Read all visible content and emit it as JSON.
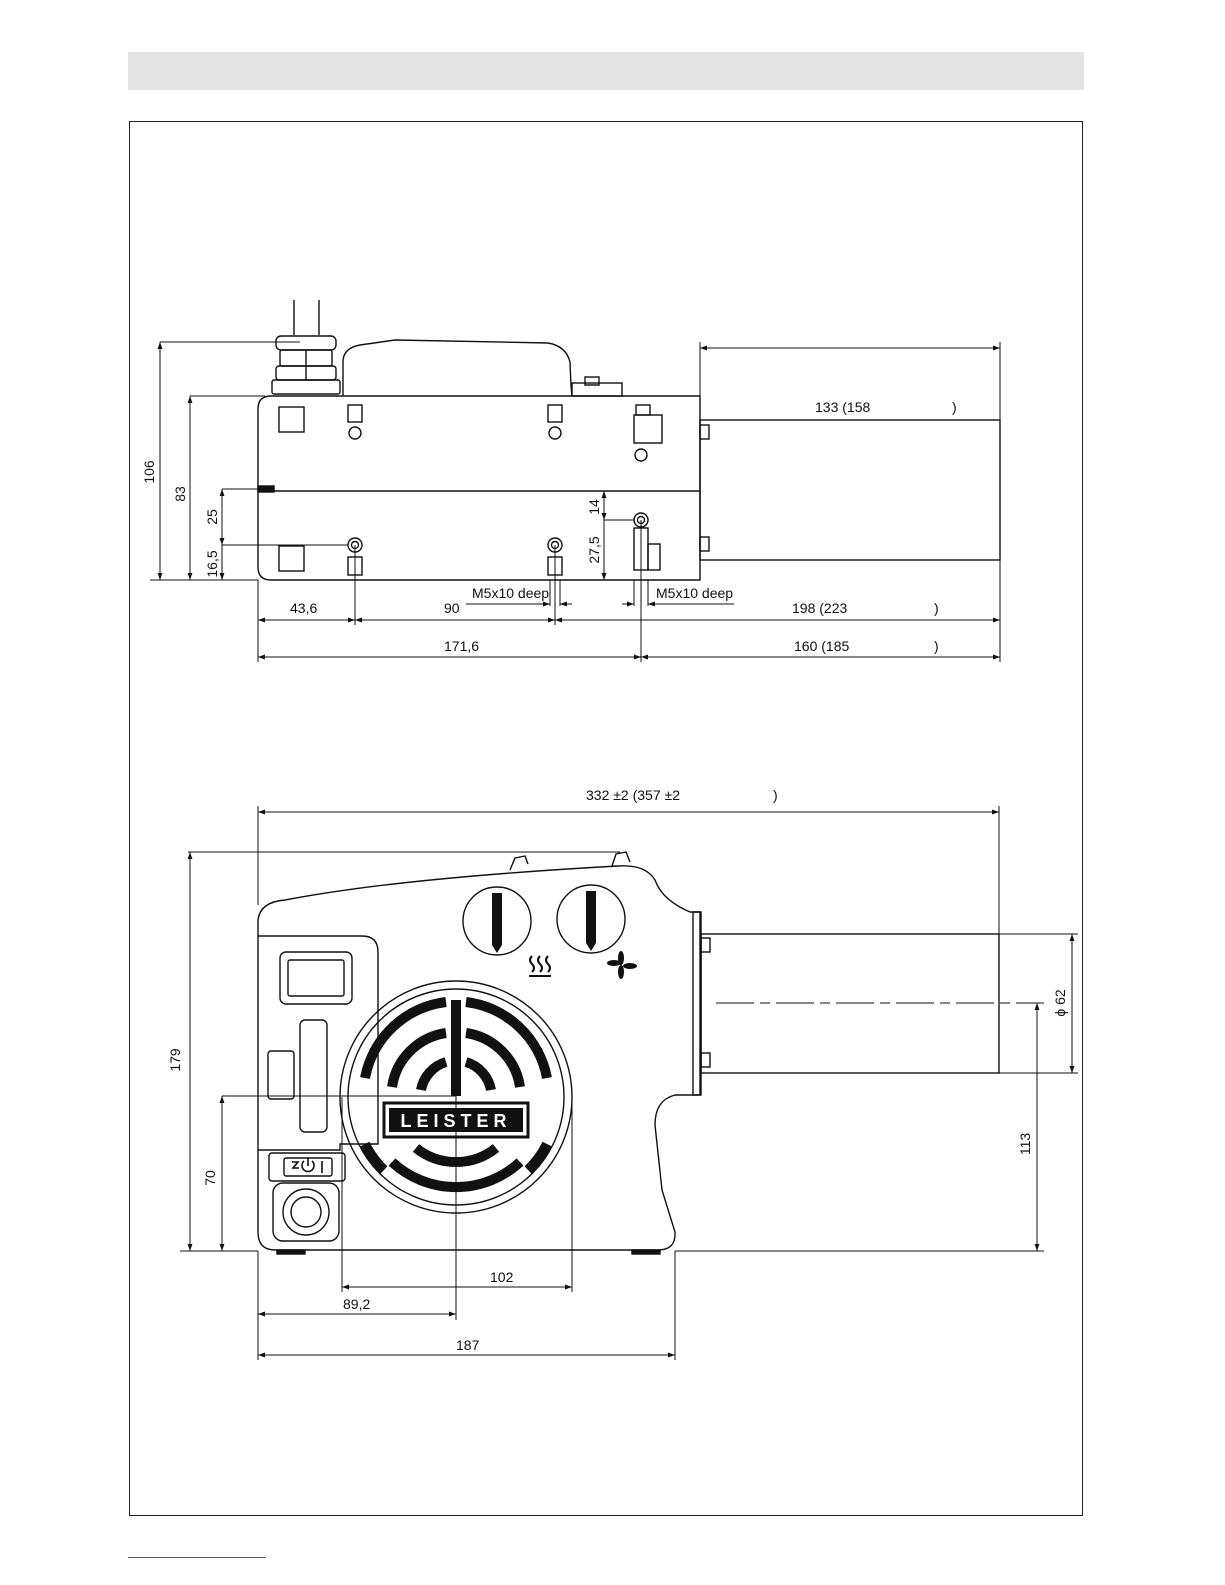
{
  "side_view": {
    "dims": {
      "h106": "106",
      "h83": "83",
      "h25": "25",
      "h16_5": "16,5",
      "h14": "14",
      "h27_5": "27,5",
      "tube_len": "133 (158",
      "tube_len_close": ")",
      "thread1": "M5x10 deep",
      "thread2": "M5x10 deep",
      "w43_6": "43,6",
      "w90": "90",
      "w198": "198 (223",
      "w198_close": ")",
      "w171_6": "171,6",
      "w160": "160 (185",
      "w160_close": ")"
    }
  },
  "front_view": {
    "dims": {
      "total_len": "332 ±2 (357 ±2",
      "total_len_close": ")",
      "h179": "179",
      "h70": "70",
      "dia": "ϕ 62",
      "h113": "113",
      "w102": "102",
      "w89_2": "89,2",
      "w187": "187"
    },
    "brand": "LEISTER"
  },
  "icons": [
    "heat-icon",
    "fan-icon",
    "power-switch-icon"
  ],
  "colors": {
    "line": "#111111",
    "header": "#e3e3e3"
  }
}
